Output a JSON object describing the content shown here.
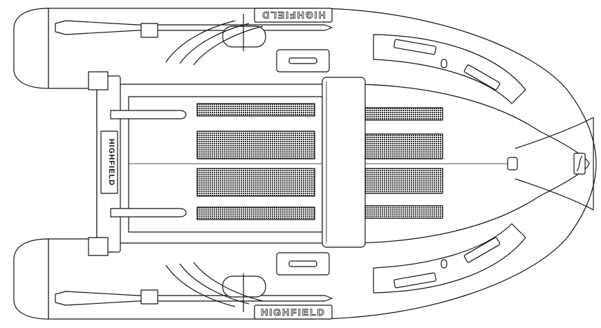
{
  "brand": {
    "hull_text_top": "HIGHFIELD",
    "hull_text_bottom": "HIGHFIELD",
    "transom_badge": "HIGHFIELD"
  },
  "colors": {
    "stroke": "#111111",
    "fill": "#ffffff",
    "floor_mesh": "#2a2a2a"
  }
}
